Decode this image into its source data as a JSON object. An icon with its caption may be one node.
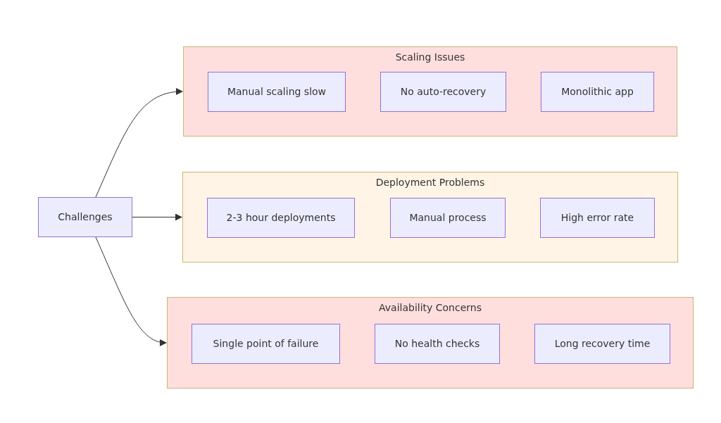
{
  "diagram": {
    "nodes": [
      {
        "text": [
          "Challenges"
        ]
      },
      {
        "text": [
          "Scaling Issues"
        ]
      },
      {
        "text": [
          "Manual scaling slow"
        ],
        "in": 1
      },
      {
        "text": [
          "No auto-recovery"
        ],
        "in": 1
      },
      {
        "text": [
          "Monolithic app"
        ],
        "in": 1
      },
      {
        "text": [
          "Deployment Problems"
        ]
      },
      {
        "text": [
          "2-3 hour deployments"
        ],
        "in": 5
      },
      {
        "text": [
          "Manual process"
        ],
        "in": 5
      },
      {
        "text": [
          "High error rate"
        ],
        "in": 5
      },
      {
        "text": [
          "Availability Concerns"
        ]
      },
      {
        "text": [
          "Single point of failure"
        ],
        "in": 9
      },
      {
        "text": [
          "No health checks"
        ],
        "in": 9
      },
      {
        "text": [
          "Long recovery time"
        ],
        "in": 9
      }
    ],
    "edges": [
      {
        "from": 0,
        "to": 1,
        "arrow": "to"
      },
      {
        "from": 0,
        "to": 5,
        "arrow": "to"
      },
      {
        "from": 0,
        "to": 9,
        "arrow": "to"
      }
    ]
  }
}
